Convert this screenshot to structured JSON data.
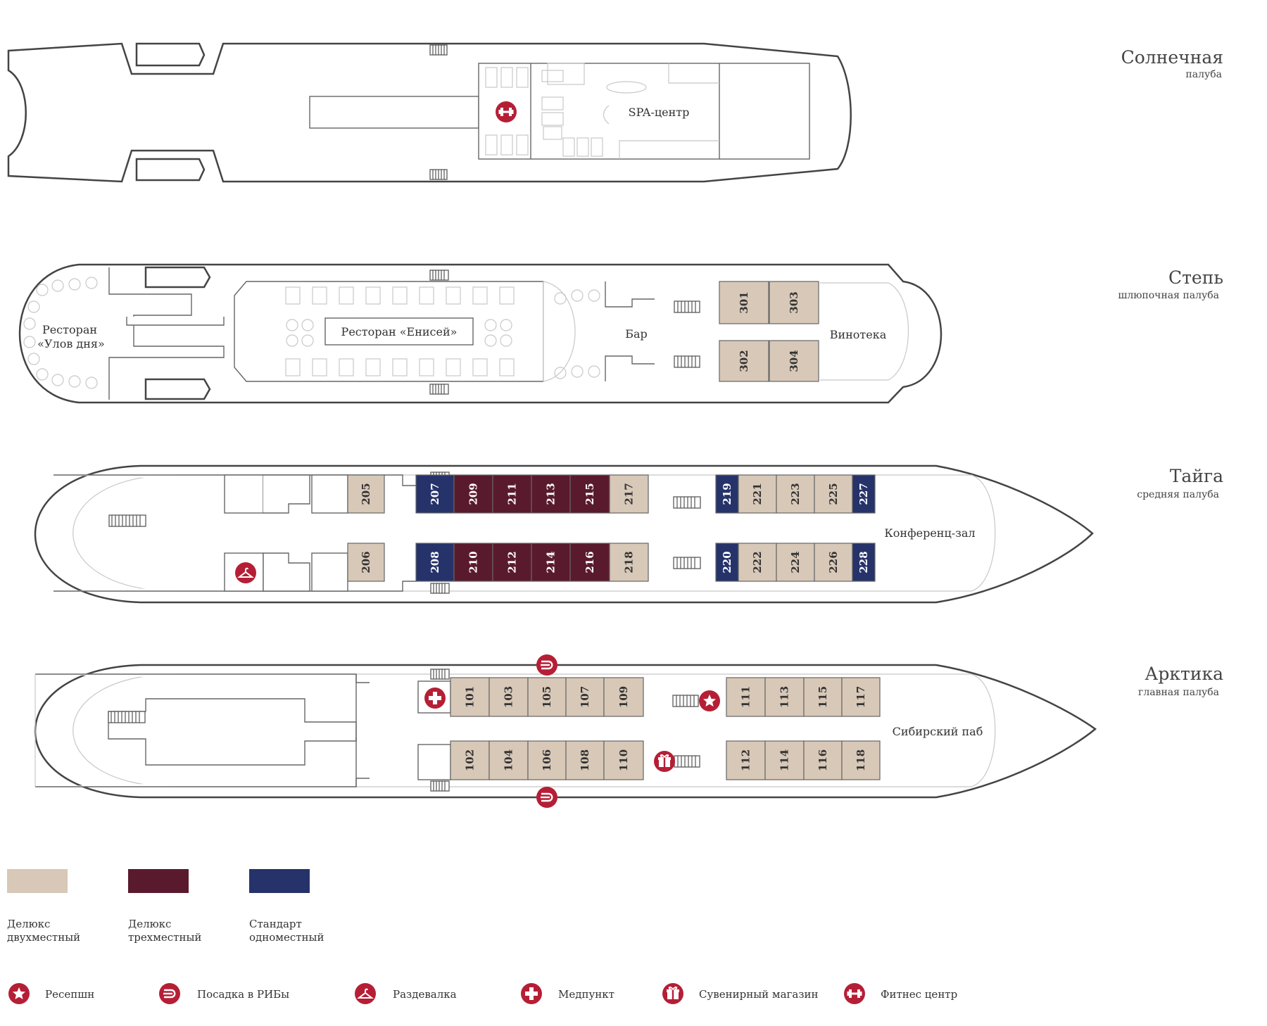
{
  "colors": {
    "deluxe_double": "#d8c8b8",
    "deluxe_triple": "#5a1a2e",
    "standard_single": "#26336a",
    "accent_red": "#b51f36"
  },
  "decks": [
    {
      "name": "Солнечная",
      "subtitle": "палуба"
    },
    {
      "name": "Степь",
      "subtitle": "шлюпочная палуба"
    },
    {
      "name": "Тайга",
      "subtitle": "средняя палуба"
    },
    {
      "name": "Арктика",
      "subtitle": "главная палуба"
    }
  ],
  "labels": {
    "spa": "SPA-центр",
    "restaurant_catch_1": "Ресторан",
    "restaurant_catch_2": "«Улов дня»",
    "restaurant_yenisei": "Ресторан «Енисей»",
    "bar": "Бар",
    "wine": "Винотека",
    "conference": "Конференц-зал",
    "pub": "Сибирский паб"
  },
  "cabins": {
    "step": [
      "301",
      "303",
      "302",
      "304"
    ],
    "taiga_top": [
      "205",
      "207",
      "209",
      "211",
      "213",
      "215",
      "217",
      "219",
      "221",
      "223",
      "225",
      "227"
    ],
    "taiga_bottom": [
      "206",
      "208",
      "210",
      "212",
      "214",
      "216",
      "218",
      "220",
      "222",
      "224",
      "226",
      "228"
    ],
    "arctic_top": [
      "101",
      "103",
      "105",
      "107",
      "109",
      "111",
      "113",
      "115",
      "117"
    ],
    "arctic_bottom": [
      "102",
      "104",
      "106",
      "108",
      "110",
      "112",
      "114",
      "116",
      "118"
    ]
  },
  "legend_colors": [
    {
      "line1": "Делюкс",
      "line2": "двухместный",
      "color": "#d8c8b8"
    },
    {
      "line1": "Делюкс",
      "line2": "трехместный",
      "color": "#5a1a2e"
    },
    {
      "line1": "Стандарт",
      "line2": "одноместный",
      "color": "#26336a"
    }
  ],
  "legend_icons": [
    {
      "label": "Ресепшн",
      "icon": "star-icon"
    },
    {
      "label": "Посадка в РИБы",
      "icon": "boat-icon"
    },
    {
      "label": "Раздевалка",
      "icon": "hanger-icon"
    },
    {
      "label": "Медпункт",
      "icon": "cross-icon"
    },
    {
      "label": "Сувенирный магазин",
      "icon": "gift-icon"
    },
    {
      "label": "Фитнес центр",
      "icon": "dumbbell-icon"
    }
  ]
}
